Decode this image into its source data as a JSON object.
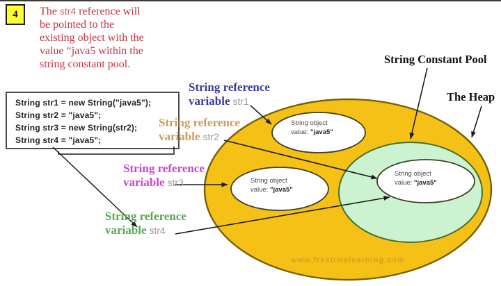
{
  "step_badge": "4",
  "note": {
    "line1_prefix": "The ",
    "line1_keyword": "str4",
    "line1_suffix": " reference will",
    "line2": "be pointed to the",
    "line3": "existing object with the",
    "line4": "value “java5 within the",
    "line5": "string constant pool."
  },
  "code_box": {
    "lines": [
      "String str1 = new String(\"java5\");",
      "String str2 = \"java5\";",
      "String str3 = new String(str2);",
      "String str4 = \"java5\";"
    ]
  },
  "reference_labels": [
    {
      "line1": "String reference",
      "line2": "variable",
      "var": "str1",
      "color": "#3b3b9e"
    },
    {
      "line1": "String reference",
      "line2": "variable",
      "var": "str2",
      "color": "#cf9a55"
    },
    {
      "line1": "String reference",
      "line2": "variable",
      "var": "str3",
      "color": "#cc44cc"
    },
    {
      "line1": "String reference",
      "line2": "variable",
      "var": "str4",
      "color": "#55a855"
    }
  ],
  "diagram": {
    "heap_label": "The Heap",
    "pool_label": "String Constant Pool",
    "objects": [
      {
        "line1": "String object",
        "value_label": "value:",
        "value": "\"java5\""
      },
      {
        "line1": "String object",
        "value_label": "value:",
        "value": "\"java5\""
      },
      {
        "line1": "String object",
        "value_label": "value:",
        "value": "\"java5\""
      }
    ],
    "watermark": "www.freetimelearning.com"
  },
  "colors": {
    "heap_fill": "#f6c117",
    "heap_stroke": "#76610b",
    "pool_fill": "#ccf3d0",
    "pool_stroke": "#456f2a",
    "object_fill": "#ffffff",
    "object_stroke": "#3f3f28",
    "note_red": "#c33540",
    "str1_navy": "#3b3b9e",
    "str2_tan": "#cf9a55",
    "str3_magenta": "#cc44cc",
    "str4_green": "#55a855",
    "var_gray": "#9a9a9a",
    "badge_yellow": "#ffff33",
    "arrow_black": "#1c1c1c"
  }
}
